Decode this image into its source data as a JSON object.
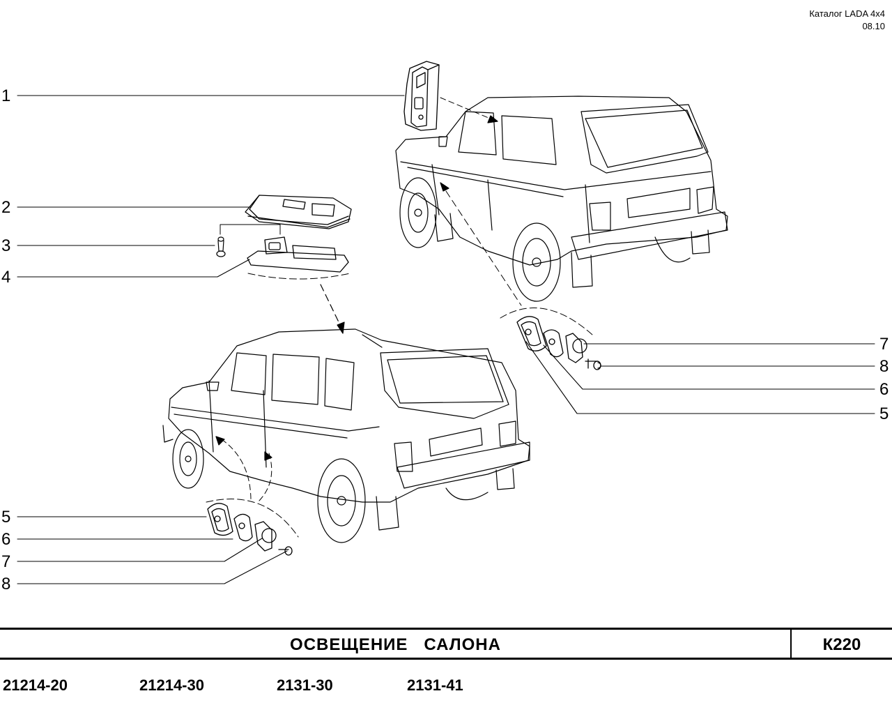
{
  "header": {
    "catalog": "Каталог  LADA  4x4",
    "date": "08.10"
  },
  "callouts": {
    "left": [
      "1",
      "2",
      "3",
      "4",
      "5",
      "6",
      "7",
      "8"
    ],
    "right": [
      "7",
      "8",
      "6",
      "5"
    ]
  },
  "footer": {
    "title": "ОСВЕЩЕНИЕ   САЛОНА",
    "code": "К220",
    "models": [
      "21214-20",
      "21214-30",
      "2131-30",
      "2131-41"
    ]
  }
}
